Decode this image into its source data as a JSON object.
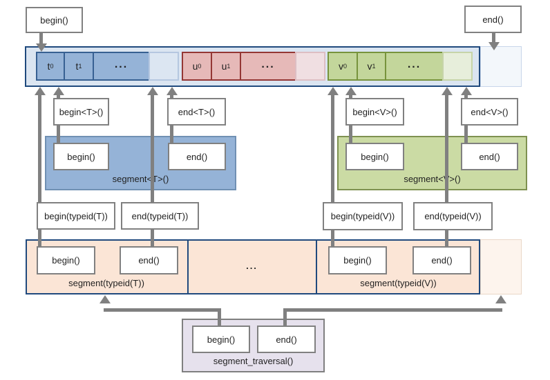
{
  "palette": {
    "navy_border": "#1f497d",
    "row_fill": "#dbe5f1",
    "blue_cell": "#95b3d7",
    "blue_cell_border": "#376092",
    "blue_faded": "#dce6f2",
    "red_cell": "#e6b9b8",
    "red_cell_border": "#943634",
    "red_faded": "#f0dfe2",
    "green_cell": "#c3d69b",
    "green_cell_border": "#77933c",
    "green_faded": "#e7eedb",
    "segment_t_fill": "#95b3d7",
    "segment_v_fill": "#cbdba4",
    "orange_fill": "#fbe5d6",
    "orange_faded": "#fdf4ed",
    "purple_fill": "#e6e1ed",
    "connector_gray": "#808080",
    "row_extension_fill": "#f3f7fb"
  },
  "top": {
    "begin": "begin()",
    "end": "end()"
  },
  "cells": {
    "t0b": "t",
    "t0s": "0",
    "t1b": "t",
    "t1s": "1",
    "tdots": "...",
    "u0b": "u",
    "u0s": "0",
    "u1b": "u",
    "u1s": "1",
    "udots": "...",
    "v0b": "v",
    "v0s": "0",
    "v1b": "v",
    "v1s": "1",
    "vdots": "..."
  },
  "typed_iterators": {
    "begin_t": "begin<T>()",
    "end_t": "end<T>()",
    "begin_v": "begin<V>()",
    "end_v": "end<V>()"
  },
  "segment_t": {
    "begin": "begin()",
    "end": "end()",
    "label": "segment<T>()"
  },
  "segment_v": {
    "begin": "begin()",
    "end": "end()",
    "label": "segment<V>()"
  },
  "typeid_iterators": {
    "begin_t": "begin(typeid(T))",
    "end_t": "end(typeid(T))",
    "begin_v": "begin(typeid(V))",
    "end_v": "end(typeid(V))"
  },
  "typeid_row": {
    "t": {
      "begin": "begin()",
      "end": "end()",
      "label": "segment(typeid(T))"
    },
    "dots": "...",
    "v": {
      "begin": "begin()",
      "end": "end()",
      "label": "segment(typeid(V))"
    }
  },
  "traversal": {
    "begin": "begin()",
    "end": "end()",
    "label": "segment_traversal()"
  }
}
